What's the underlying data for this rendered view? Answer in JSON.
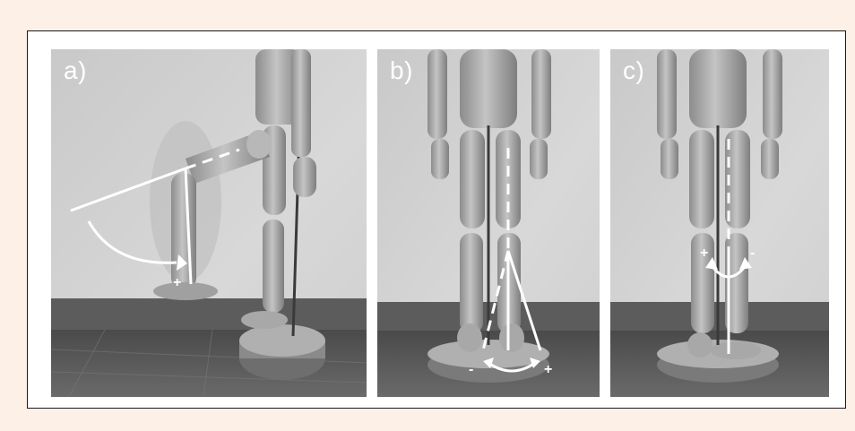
{
  "panels": [
    {
      "label": "a)",
      "signs": [
        "+"
      ]
    },
    {
      "label": "b)",
      "signs": [
        "-",
        "+"
      ]
    },
    {
      "label": "c)",
      "signs": [
        "+",
        "-"
      ]
    }
  ]
}
